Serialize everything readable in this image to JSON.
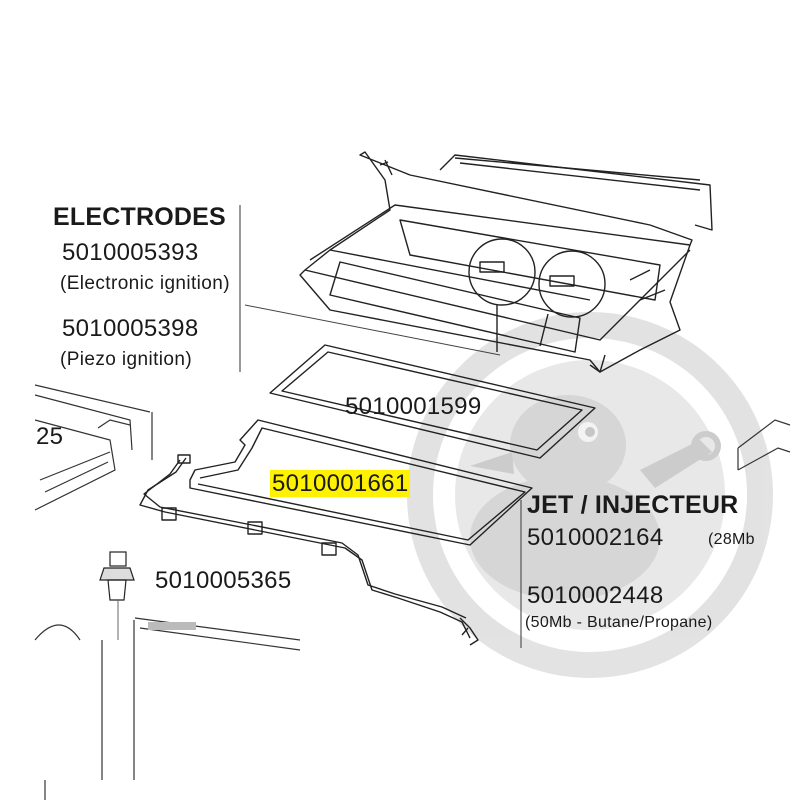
{
  "watermark": {
    "icon": "duck-mascot-icon",
    "color": "#d9d9d9"
  },
  "highlight_color": "#fff200",
  "electrodes": {
    "heading": "ELECTRODES",
    "part1": {
      "number": "5010005393",
      "desc": "(Electronic ignition)"
    },
    "part2": {
      "number": "5010005398",
      "desc": "(Piezo ignition)"
    }
  },
  "parts": {
    "gasket": "5010001599",
    "burner_highlighted": "5010001661",
    "valve": "5010005365",
    "left_fragment": "25"
  },
  "jet": {
    "heading": "JET / INJECTEUR",
    "part1": {
      "number": "5010002164",
      "desc": "(28Mb"
    },
    "part2": {
      "number": "5010002448",
      "desc": "(50Mb - Butane/Propane)"
    }
  }
}
